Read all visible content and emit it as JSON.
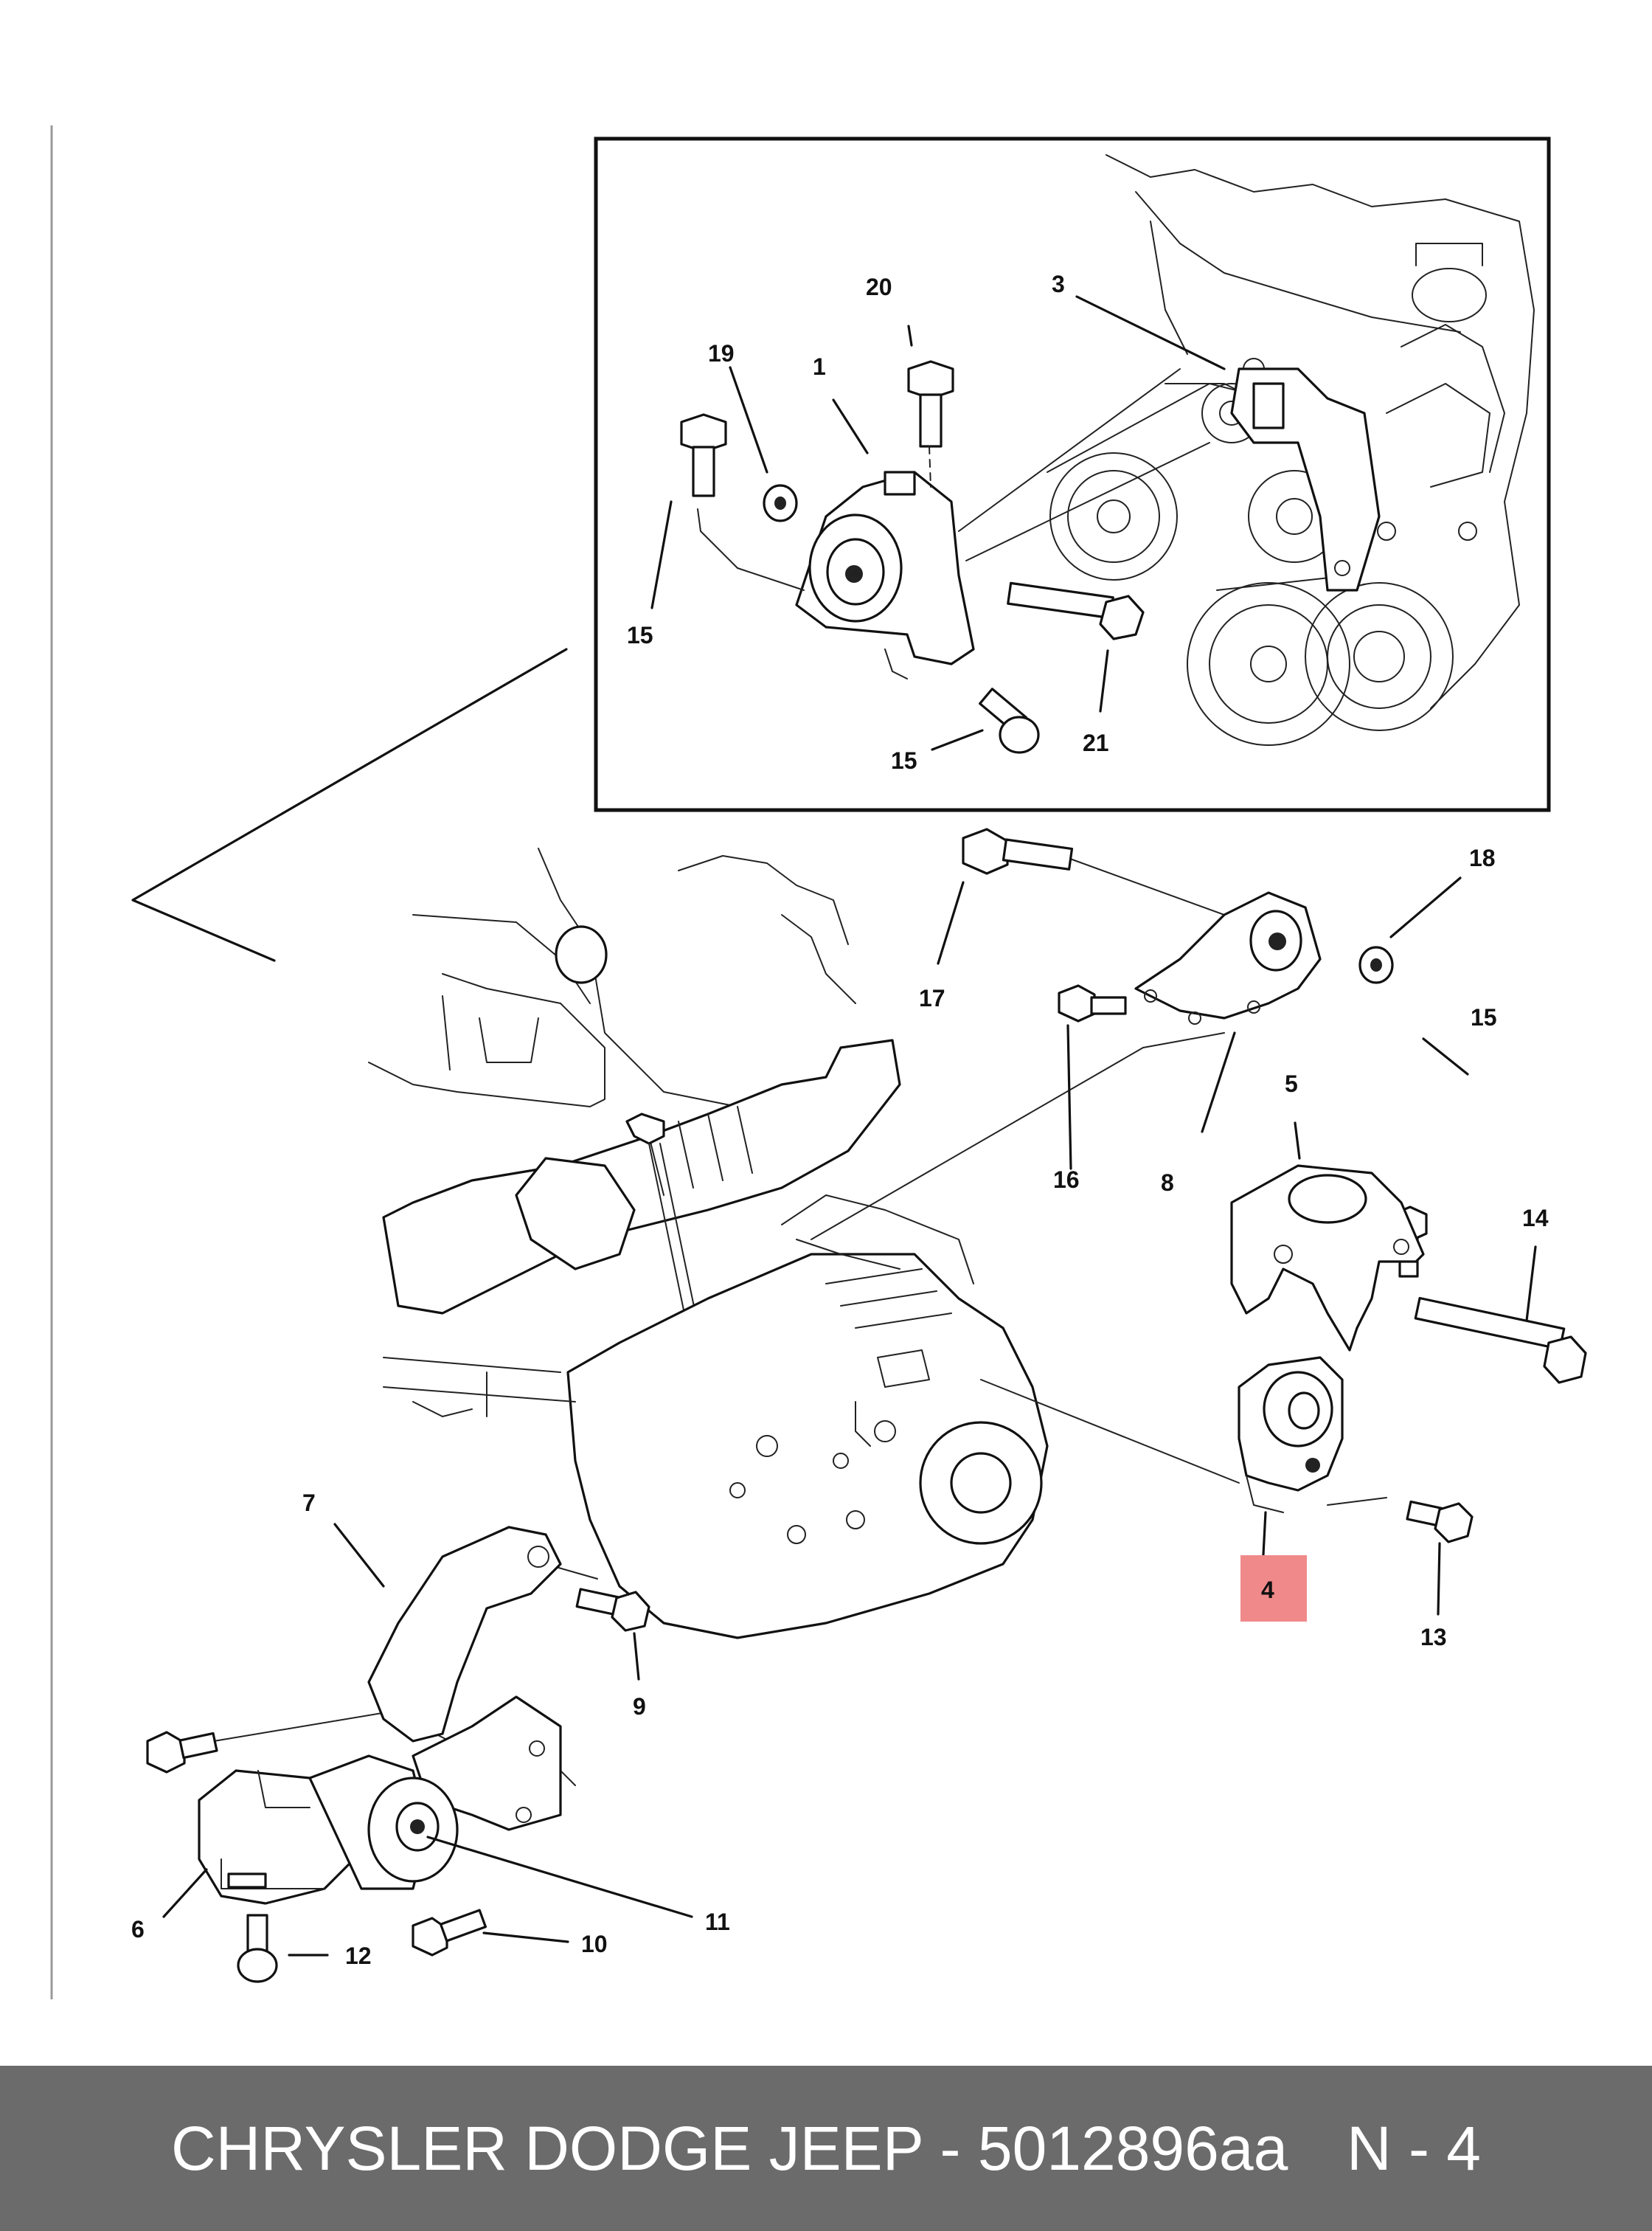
{
  "diagram": {
    "highlight_color": "#f08a8a",
    "footer_color": "#6b6b6b",
    "callouts": {
      "c1": "1",
      "c3": "3",
      "c4": "4",
      "c5": "5",
      "c6": "6",
      "c7": "7",
      "c8": "8",
      "c9": "9",
      "c10": "10",
      "c11": "11",
      "c12": "12",
      "c13": "13",
      "c14": "14",
      "c15a": "15",
      "c15b": "15",
      "c15c": "15",
      "c16": "16",
      "c17": "17",
      "c18": "18",
      "c19": "19",
      "c20": "20",
      "c21": "21"
    }
  },
  "footer": {
    "title": "CHRYSLER DODGE JEEP - 5012896aa",
    "page": "N - 4"
  }
}
